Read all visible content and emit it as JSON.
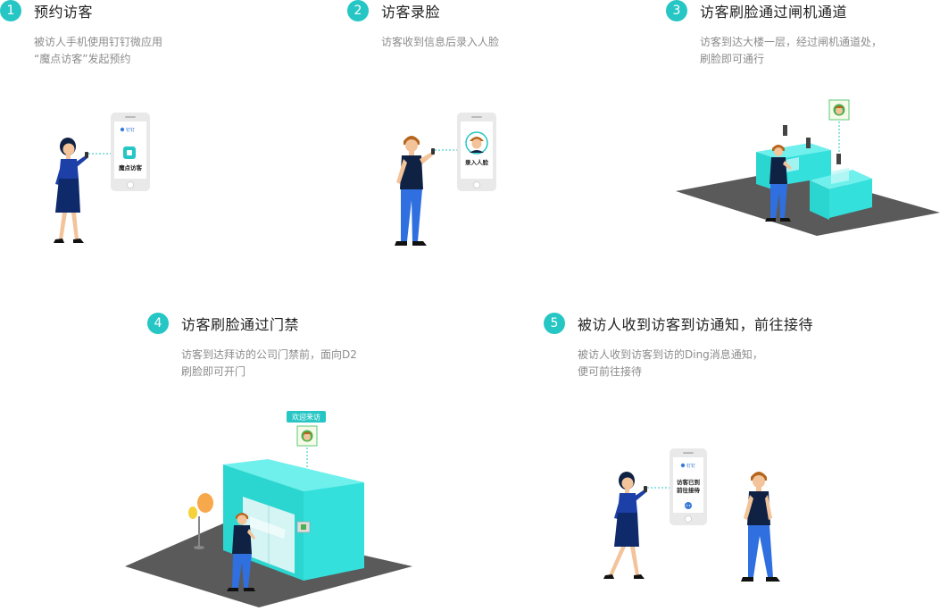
{
  "steps": [
    {
      "number": "1",
      "title": "预约访客",
      "desc": [
        "被访人手机使用钉钉微应用",
        "“魔点访客”发起预约"
      ]
    },
    {
      "number": "2",
      "title": "访客录脸",
      "desc": [
        "访客收到信息后录入人脸"
      ]
    },
    {
      "number": "3",
      "title": "访客刷脸通过闸机通道",
      "desc": [
        "访客到达大楼一层，经过闸机通道处，",
        "刷脸即可通行"
      ]
    },
    {
      "number": "4",
      "title": "访客刷脸通过门禁",
      "desc": [
        "访客到达拜访的公司门禁前，面向D2",
        "刷脸即可开门"
      ]
    },
    {
      "number": "5",
      "title": "被访人收到访客到访通知，前往接待",
      "desc": [
        "被访人收到访客到访的Ding消息通知，",
        "便可前往接待"
      ]
    }
  ],
  "phones": {
    "p1": {
      "logo": "钉钉",
      "label": "魔点访客"
    },
    "p2": {
      "label": "录入人脸"
    },
    "p5": {
      "logo": "钉钉",
      "label_line1": "访客已到",
      "label_line2": "前往接待"
    }
  },
  "door_sign": "欢迎来访",
  "colors": {
    "accent": "#26c6c4",
    "cyan": "#33e0dc",
    "floor": "#5a5a5a",
    "person_shirt": "#1d3fa8",
    "person_pants": "#2f6fe0"
  }
}
